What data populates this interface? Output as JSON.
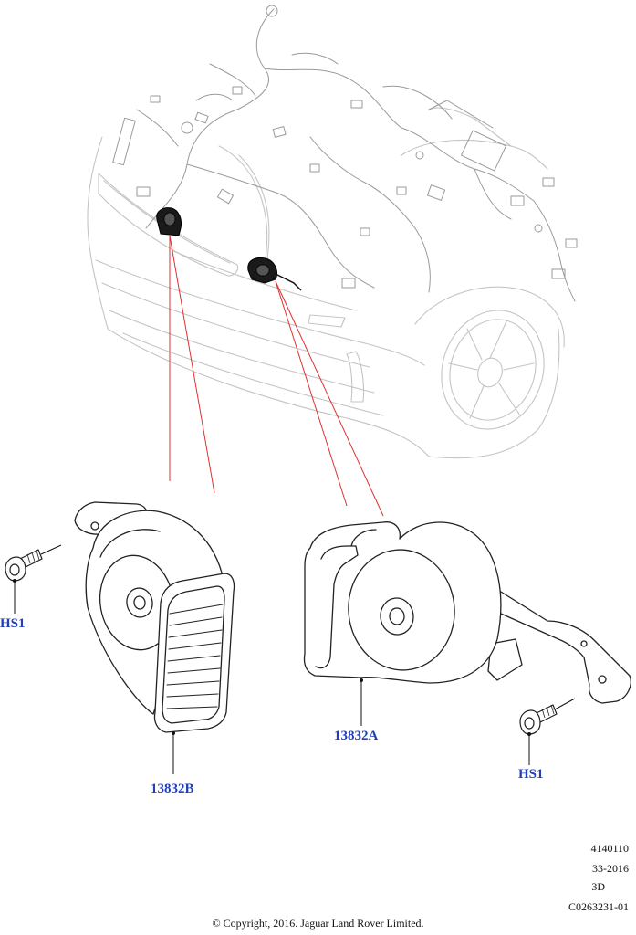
{
  "callouts": {
    "hs1_left": "HS1",
    "hs1_right": "HS1",
    "part_b": "13832B",
    "part_a": "13832A"
  },
  "meta": {
    "line1": "4140110",
    "line2": "33-2016",
    "line3": "3D",
    "line4": "C0263231-01"
  },
  "copyright": "© Copyright, 2016. Jaguar Land Rover Limited.",
  "colors": {
    "callout": "#1f3fbf",
    "leader": "#e03030",
    "linework": "#222222",
    "ghost": "#c4c4c4"
  }
}
